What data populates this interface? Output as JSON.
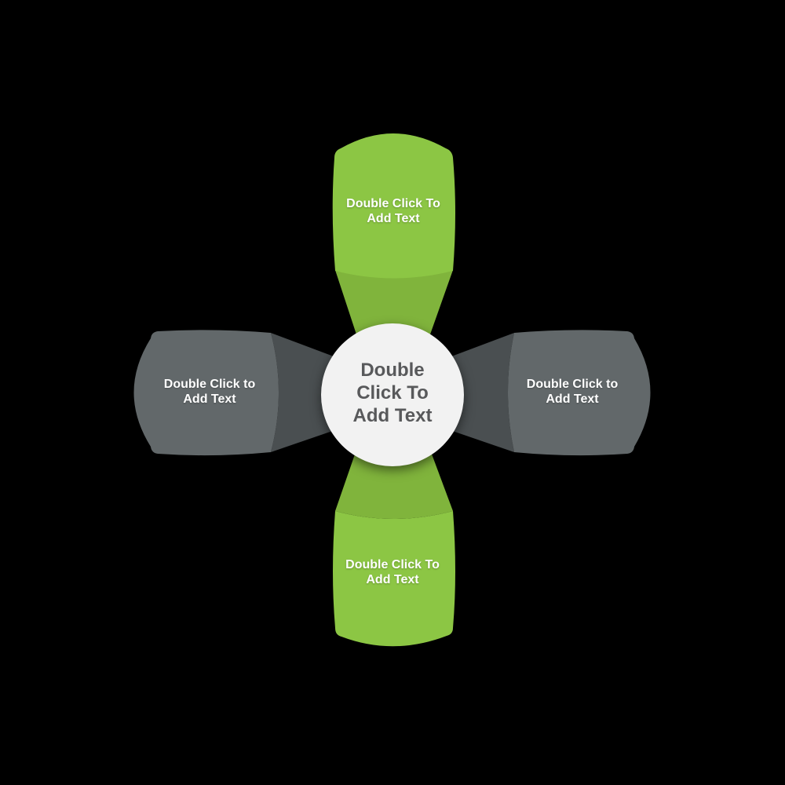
{
  "page": {
    "background": "#000000"
  },
  "diagram": {
    "type": "four-arm-radial-placeholder",
    "colors": {
      "green_body": "#8CC644",
      "green_taper": "#80B43C",
      "gray_body": "#62686A",
      "gray_taper": "#4A4F51",
      "circle_fill": "#F2F2F2",
      "arm_text_color": "#FFFFFF",
      "center_text_color": "#58595B"
    },
    "center": {
      "label": "Double Click To Add Text"
    },
    "arms": [
      {
        "position": "top",
        "label": "Double Click To Add Text"
      },
      {
        "position": "right",
        "label": "Double Click to Add Text"
      },
      {
        "position": "bottom",
        "label": "Double Click To Add Text"
      },
      {
        "position": "left",
        "label": "Double Click to Add Text"
      }
    ]
  }
}
